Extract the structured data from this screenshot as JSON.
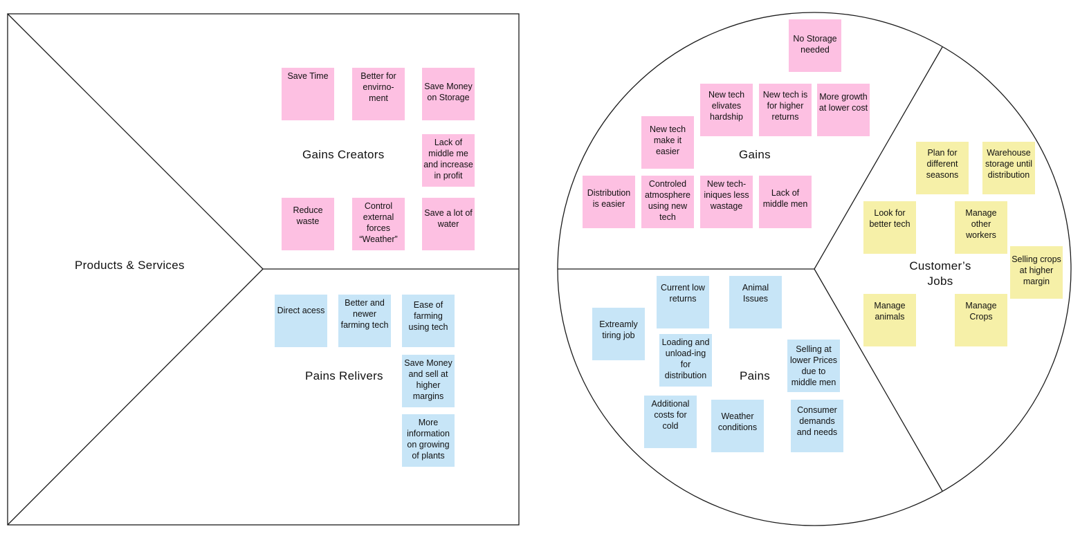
{
  "product_map": {
    "title": "Products & Services",
    "gains_creators": {
      "title": "Gains Creators",
      "notes": [
        "Save Time",
        "Better for envirno-ment",
        "Save Money on Storage",
        "Lack of middle me and increase in profit",
        "Reduce waste",
        "Control external forces “Weather”",
        "Save a lot of water"
      ]
    },
    "pains_relievers": {
      "title": "Pains Relivers",
      "notes": [
        "Direct acess",
        "Better and newer farming tech",
        "Ease of farming using tech",
        "Save Money and sell at higher margins",
        "More information on growing of plants"
      ]
    }
  },
  "customer_profile": {
    "gains": {
      "title": "Gains",
      "notes": [
        "No Storage needed",
        "New tech elivates hardship",
        "New tech is for higher returns",
        "More growth at lower cost",
        "New tech make it easier",
        "Distribution is easier",
        "Controled atmosphere using new tech",
        "New tech-iniques less wastage",
        "Lack of middle men"
      ]
    },
    "customer_jobs": {
      "title": "Customer’s Jobs",
      "notes": [
        "Plan for different seasons",
        "Warehouse storage until distribution",
        "Look for better tech",
        "Manage other workers",
        "Selling crops at higher margin",
        "Manage animals",
        "Manage Crops"
      ]
    },
    "pains": {
      "title": "Pains",
      "notes": [
        "Current low returns",
        "Animal Issues",
        "Extreamly tiring job",
        "Loading and unload-ing for distribution",
        "Selling at lower Prices due to middle men",
        "Additional costs for cold",
        "Weather conditions",
        "Consumer demands and needs"
      ]
    }
  },
  "colors": {
    "gain_note": "#fdc0e2",
    "pain_note": "#c7e5f7",
    "job_note": "#f6f0a8",
    "outline": "#1a1a1a"
  }
}
